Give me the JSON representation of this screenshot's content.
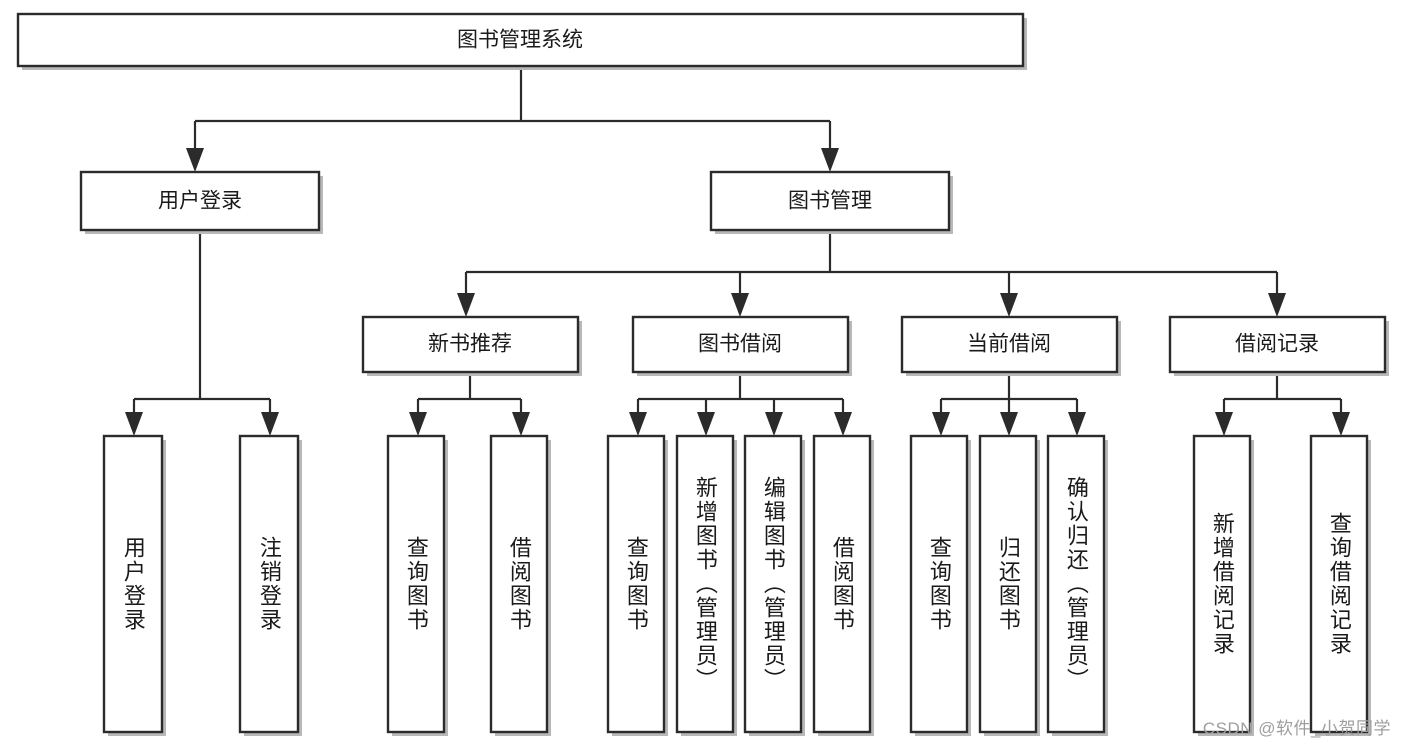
{
  "diagram": {
    "title": "图书管理系统",
    "type": "tree",
    "watermark": "CSDN @软件_小贺同学",
    "colors": {
      "box_stroke": "#2b2b2b",
      "box_fill": "#ffffff",
      "connector": "#2b2b2b",
      "text": "#1a1a1a",
      "watermark": "#9e9e9e",
      "shadow": "#b8b8b8"
    },
    "levels": {
      "root": {
        "label": "图书管理系统"
      },
      "level2": [
        {
          "label": "用户登录"
        },
        {
          "label": "图书管理"
        }
      ],
      "level3": [
        {
          "label": "新书推荐"
        },
        {
          "label": "图书借阅"
        },
        {
          "label": "当前借阅"
        },
        {
          "label": "借阅记录"
        }
      ]
    },
    "leaves": {
      "user_login": [
        {
          "label": "用户登录"
        },
        {
          "label": "注销登录"
        }
      ],
      "new_book_recommend": [
        {
          "label": "查询图书"
        },
        {
          "label": "借阅图书"
        }
      ],
      "book_borrow": [
        {
          "label": "查询图书"
        },
        {
          "label": "新增图书（管理员）"
        },
        {
          "label": "编辑图书（管理员）"
        },
        {
          "label": "借阅图书"
        }
      ],
      "current_borrow": [
        {
          "label": "查询图书"
        },
        {
          "label": "归还图书"
        },
        {
          "label": "确认归还（管理员）"
        }
      ],
      "borrow_record": [
        {
          "label": "新增借阅记录"
        },
        {
          "label": "查询借阅记录"
        }
      ]
    },
    "edges": [
      {
        "from": "图书管理系统",
        "to": "用户登录"
      },
      {
        "from": "图书管理系统",
        "to": "图书管理"
      },
      {
        "from": "图书管理",
        "to": "新书推荐"
      },
      {
        "from": "图书管理",
        "to": "图书借阅"
      },
      {
        "from": "图书管理",
        "to": "当前借阅"
      },
      {
        "from": "图书管理",
        "to": "借阅记录"
      },
      {
        "from": "用户登录",
        "to": "用户登录"
      },
      {
        "from": "用户登录",
        "to": "注销登录"
      },
      {
        "from": "新书推荐",
        "to": "查询图书"
      },
      {
        "from": "新书推荐",
        "to": "借阅图书"
      },
      {
        "from": "图书借阅",
        "to": "查询图书"
      },
      {
        "from": "图书借阅",
        "to": "新增图书（管理员）"
      },
      {
        "from": "图书借阅",
        "to": "编辑图书（管理员）"
      },
      {
        "from": "图书借阅",
        "to": "借阅图书"
      },
      {
        "from": "当前借阅",
        "to": "查询图书"
      },
      {
        "from": "当前借阅",
        "to": "归还图书"
      },
      {
        "from": "当前借阅",
        "to": "确认归还（管理员）"
      },
      {
        "from": "借阅记录",
        "to": "新增借阅记录"
      },
      {
        "from": "借阅记录",
        "to": "查询借阅记录"
      }
    ]
  }
}
